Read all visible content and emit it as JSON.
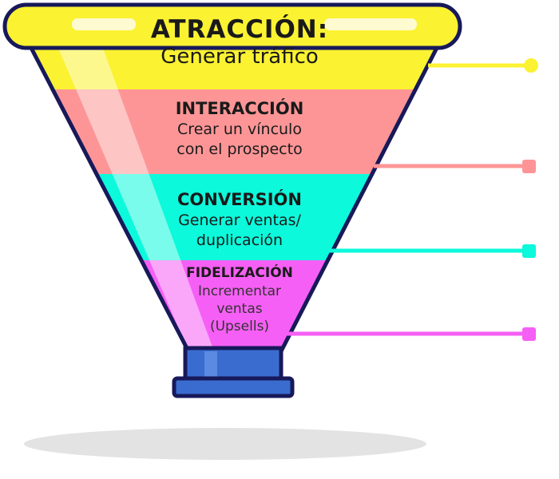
{
  "stages": [
    {
      "title": "ATRACCIÓN:",
      "lines": [
        "Generar tráfico"
      ],
      "color": "#fbf232"
    },
    {
      "title": "INTERACCIÓN",
      "lines": [
        "Crear un vínculo",
        "con el prospecto"
      ],
      "color": "#fd9596"
    },
    {
      "title": "CONVERSIÓN",
      "lines": [
        "Generar ventas/",
        "duplicación"
      ],
      "color": "#0cf9db"
    },
    {
      "title": "FIDELIZACIÓN",
      "lines": [
        "Incrementar",
        "ventas",
        "(Upsells)"
      ],
      "color": "#f65ff5"
    }
  ],
  "colors": {
    "outline": "#17195a",
    "spout": "#3a6ccf",
    "shadow": "#e3e3e3"
  }
}
